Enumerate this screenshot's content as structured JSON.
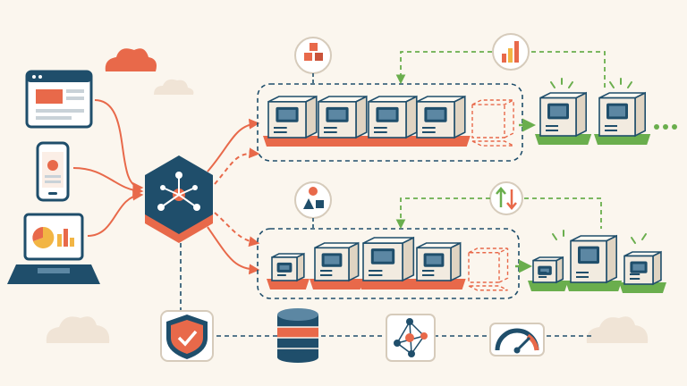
{
  "diagram": {
    "clients": [
      {
        "name": "browser-window-icon"
      },
      {
        "name": "mobile-phone-icon"
      },
      {
        "name": "laptop-dashboard-icon"
      }
    ],
    "load_balancer": {
      "icon": "network-hub-icon"
    },
    "pools": [
      {
        "id": "pool-a",
        "badge": "cubes-icon",
        "metric": "bar-chart-icon",
        "scaling": "scale-out"
      },
      {
        "id": "pool-b",
        "badge": "shapes-icon",
        "metric": "up-down-arrows-icon",
        "scaling": "vertical-scale"
      }
    ],
    "shared_services": [
      {
        "name": "shield-check-icon"
      },
      {
        "name": "database-icon"
      },
      {
        "name": "network-graph-icon"
      },
      {
        "name": "speedometer-icon"
      }
    ],
    "decor": [
      {
        "name": "cloud-icon"
      }
    ],
    "colors": {
      "background": "#fbf6ee",
      "navy": "#1f4e6b",
      "orange": "#e8694a",
      "green": "#6aae4d",
      "box": "#f2ebe0",
      "box_side": "#e0d4c2"
    }
  }
}
